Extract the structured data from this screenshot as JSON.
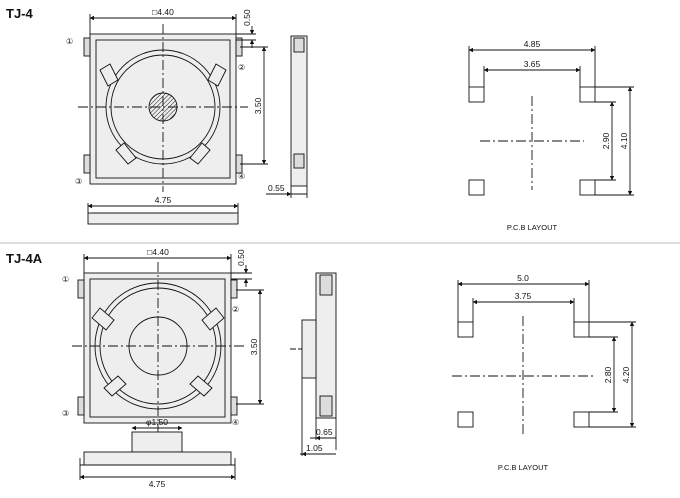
{
  "colors": {
    "line": "#111111",
    "body_fill": "#eeeeee",
    "divider": "#bbbbbb"
  },
  "sections": [
    {
      "title": "TJ-4",
      "dims": {
        "body_width": "□4.40",
        "top_gap": "0.50",
        "height": "3.50",
        "side_offset": "0.55",
        "bottom_width": "4.75"
      },
      "pins": [
        "①",
        "②",
        "③",
        "④"
      ],
      "pcb": {
        "outer_width": "4.85",
        "inner_width": "3.65",
        "inner_height": "2.90",
        "outer_height": "4.10",
        "label": "P.C.B LAYOUT"
      }
    },
    {
      "title": "TJ-4A",
      "dims": {
        "body_width": "□4.40",
        "top_gap": "0.50",
        "height": "3.50",
        "actuator_diameter": "φ1.50",
        "side_offset_a": "0.65",
        "side_offset_b": "1.05",
        "bottom_width": "4.75"
      },
      "pins": [
        "①",
        "②",
        "③",
        "④"
      ],
      "pcb": {
        "outer_width": "5.0",
        "inner_width": "3.75",
        "inner_height": "2.80",
        "outer_height": "4.20",
        "label": "P.C.B LAYOUT"
      }
    }
  ]
}
